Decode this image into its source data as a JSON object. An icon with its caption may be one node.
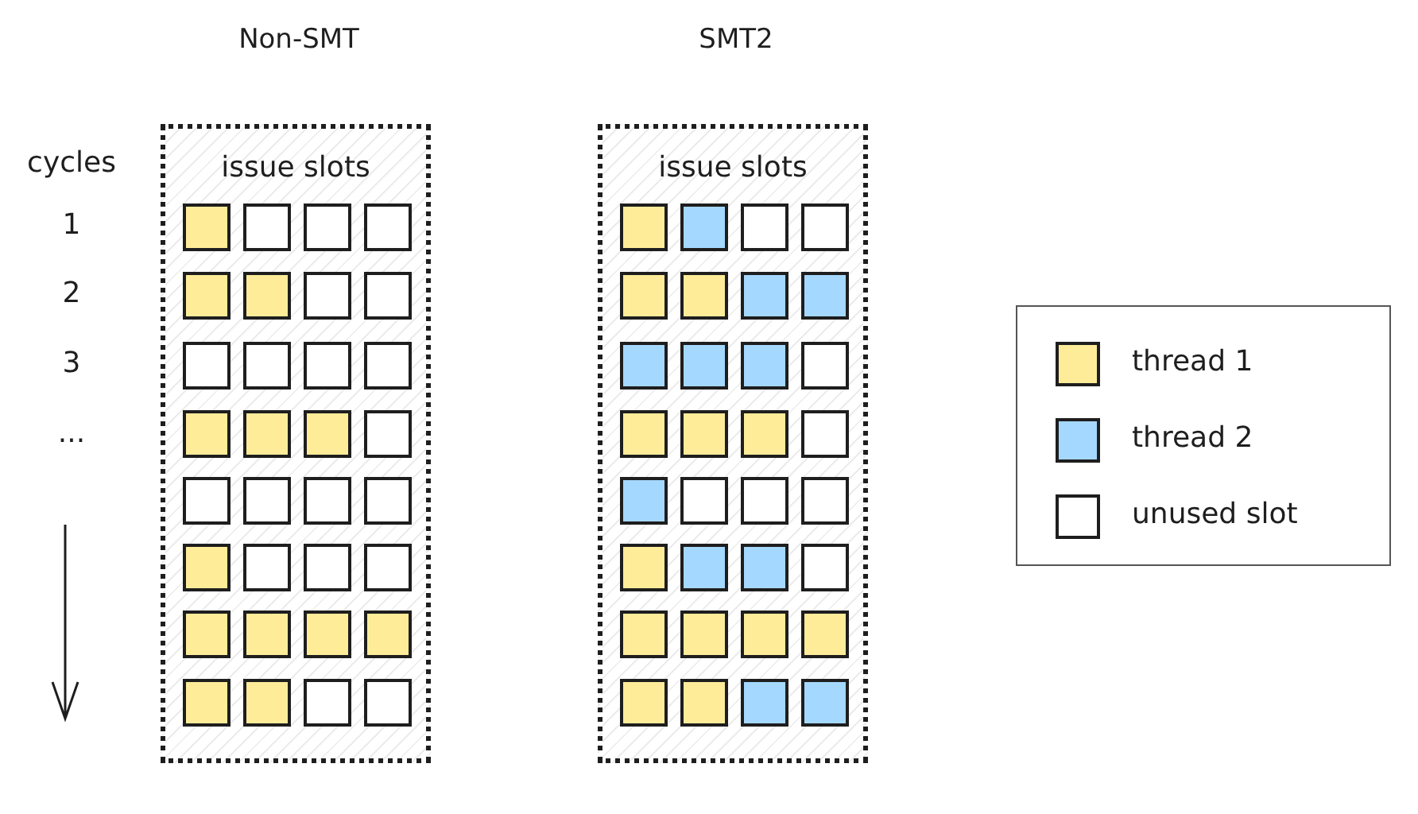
{
  "diagram": {
    "nodes": [
      {
        "text": [
          "Non-SMT",
          "issue slots"
        ]
      },
      {
        "text": [],
        "shape": "box",
        "in": 0
      },
      {
        "text": [],
        "shape": "box",
        "in": 0
      },
      {
        "text": [],
        "shape": "box",
        "in": 0
      },
      {
        "text": [],
        "shape": "box",
        "in": 0
      },
      {
        "text": [],
        "shape": "box",
        "in": 0
      },
      {
        "text": [],
        "shape": "box",
        "in": 0
      },
      {
        "text": [],
        "shape": "box",
        "in": 0
      },
      {
        "text": [],
        "shape": "box",
        "in": 0
      },
      {
        "text": [],
        "shape": "box",
        "in": 0
      },
      {
        "text": [],
        "shape": "box",
        "in": 0
      },
      {
        "text": [],
        "shape": "box",
        "in": 0
      },
      {
        "text": [],
        "shape": "box",
        "in": 0
      },
      {
        "text": [],
        "shape": "box",
        "in": 0
      },
      {
        "text": [],
        "shape": "box",
        "in": 0
      },
      {
        "text": [],
        "shape": "box",
        "in": 0
      },
      {
        "text": [],
        "shape": "box",
        "in": 0
      },
      {
        "text": [],
        "shape": "box",
        "in": 0
      },
      {
        "text": [],
        "shape": "box",
        "in": 0
      },
      {
        "text": [],
        "shape": "box",
        "in": 0
      },
      {
        "text": [],
        "shape": "box",
        "in": 0
      },
      {
        "text": [],
        "shape": "box",
        "in": 0
      },
      {
        "text": [],
        "shape": "box",
        "in": 0
      },
      {
        "text": [],
        "shape": "box",
        "in": 0
      },
      {
        "text": [],
        "shape": "box",
        "in": 0
      },
      {
        "text": [],
        "shape": "box",
        "in": 0
      },
      {
        "text": [],
        "shape": "box",
        "in": 0
      },
      {
        "text": [],
        "shape": "box",
        "in": 0
      },
      {
        "text": [],
        "shape": "box",
        "in": 0
      },
      {
        "text": [],
        "shape": "box",
        "in": 0
      },
      {
        "text": [],
        "shape": "box",
        "in": 0
      },
      {
        "text": [],
        "shape": "box",
        "in": 0
      },
      {
        "text": [],
        "shape": "box",
        "in": 0
      },
      {
        "text": [
          "SMT2",
          "issue slots"
        ]
      },
      {
        "text": [],
        "shape": "box",
        "in": 33
      },
      {
        "text": [],
        "shape": "box",
        "in": 33
      },
      {
        "text": [],
        "shape": "box",
        "in": 33
      },
      {
        "text": [],
        "shape": "box",
        "in": 33
      },
      {
        "text": [],
        "shape": "box",
        "in": 33
      },
      {
        "text": [],
        "shape": "box",
        "in": 33
      },
      {
        "text": [],
        "shape": "box",
        "in": 33
      },
      {
        "text": [],
        "shape": "box",
        "in": 33
      },
      {
        "text": [],
        "shape": "box",
        "in": 33
      },
      {
        "text": [],
        "shape": "box",
        "in": 33
      },
      {
        "text": [],
        "shape": "box",
        "in": 33
      },
      {
        "text": [],
        "shape": "box",
        "in": 33
      },
      {
        "text": [],
        "shape": "box",
        "in": 33
      },
      {
        "text": [],
        "shape": "box",
        "in": 33
      },
      {
        "text": [],
        "shape": "box",
        "in": 33
      },
      {
        "text": [],
        "shape": "box",
        "in": 33
      },
      {
        "text": [],
        "shape": "box",
        "in": 33
      },
      {
        "text": [],
        "shape": "box",
        "in": 33
      },
      {
        "text": [],
        "shape": "box",
        "in": 33
      },
      {
        "text": [],
        "shape": "box",
        "in": 33
      },
      {
        "text": [],
        "shape": "box",
        "in": 33
      },
      {
        "text": [],
        "shape": "box",
        "in": 33
      },
      {
        "text": [],
        "shape": "box",
        "in": 33
      },
      {
        "text": [],
        "shape": "box",
        "in": 33
      },
      {
        "text": [],
        "shape": "box",
        "in": 33
      },
      {
        "text": [],
        "shape": "box",
        "in": 33
      },
      {
        "text": [],
        "shape": "box",
        "in": 33
      },
      {
        "text": [],
        "shape": "box",
        "in": 33
      },
      {
        "text": [],
        "shape": "box",
        "in": 33
      },
      {
        "text": [],
        "shape": "box",
        "in": 33
      },
      {
        "text": [],
        "shape": "box",
        "in": 33
      },
      {
        "text": [],
        "shape": "box",
        "in": 33
      }
    ],
    "labels": [
      "cycles",
      "1",
      "2",
      "3",
      "..."
    ],
    "legend": [
      {
        "text": "thread 1",
        "color": "#ffec99"
      },
      {
        "text": "thread 2",
        "color": "#a5d8ff"
      },
      {
        "text": "unused slot",
        "color": "#ffffff"
      }
    ]
  }
}
